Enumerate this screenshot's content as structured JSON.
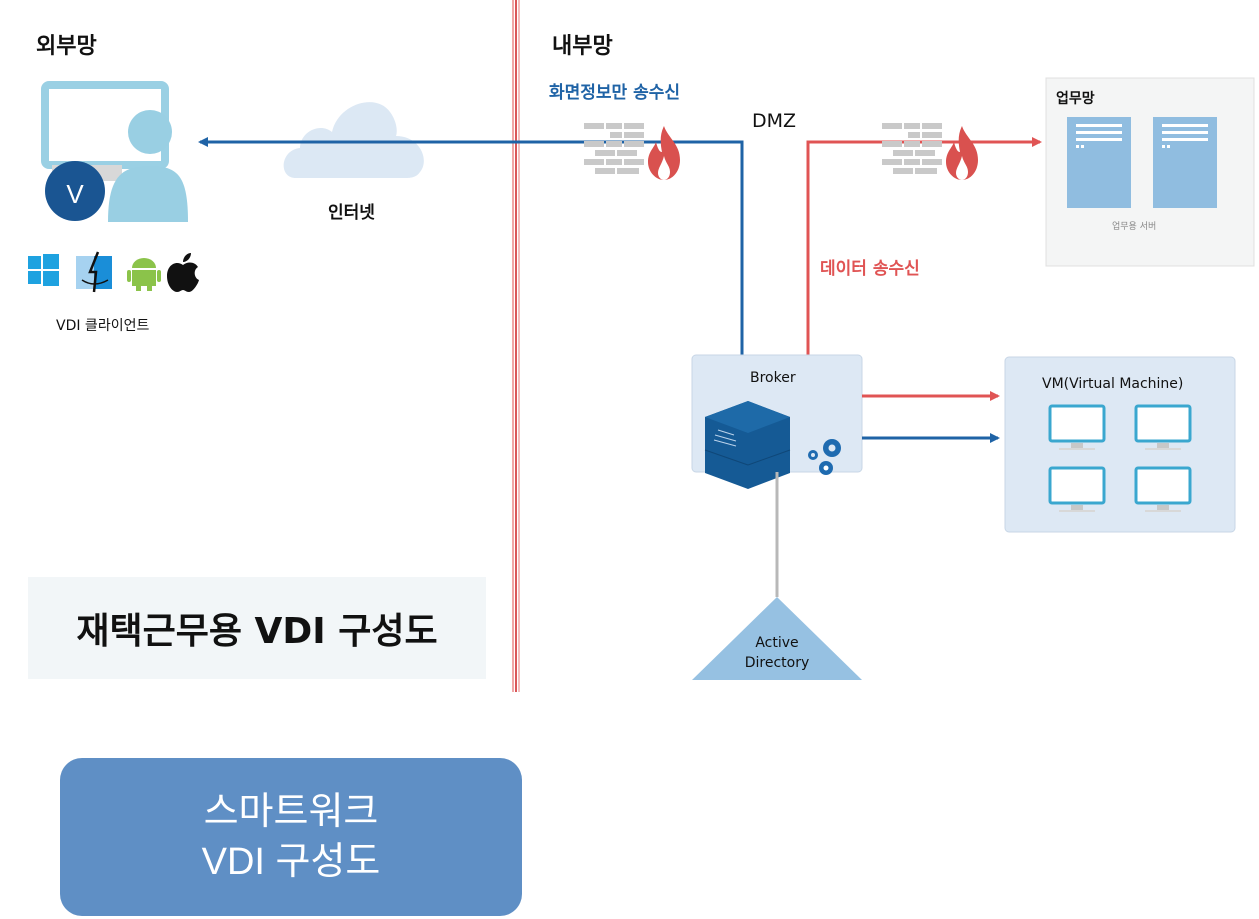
{
  "zones": {
    "external": "외부망",
    "internal": "내부망",
    "dmz": "DMZ"
  },
  "client": {
    "badge": "V",
    "label": "VDI 클라이언트",
    "os_icons": [
      "windows-icon",
      "mac-finder-icon",
      "android-icon",
      "apple-icon"
    ]
  },
  "internet": {
    "label": "인터넷"
  },
  "flows": {
    "screen_only": "화면정보만 송수신",
    "data": "데이터 송수신"
  },
  "business_network": {
    "title": "업무망",
    "servers_label": "업무용 서버"
  },
  "broker": {
    "label": "Broker"
  },
  "vm": {
    "title": "VM(Virtual Machine)",
    "count": 4
  },
  "active_directory": {
    "line1": "Active",
    "line2": "Directory"
  },
  "title_box": {
    "text": "재택근무용 VDI 구성도"
  },
  "smartwork_button": {
    "line1": "스마트워크",
    "line2": "VDI 구성도"
  },
  "colors": {
    "screen_flow": "#1f63a6",
    "data_flow": "#e05454",
    "boundary": "#d9585a",
    "panel_bg": "#dde8f4",
    "button_bg": "#5f8fc5"
  }
}
